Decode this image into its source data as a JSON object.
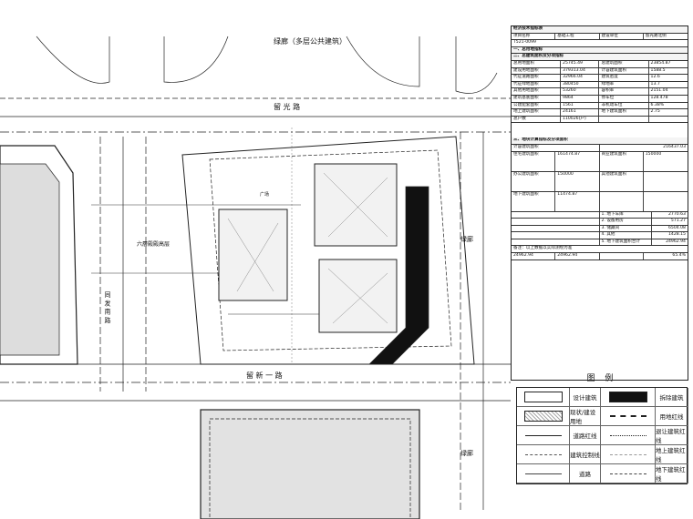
{
  "plan": {
    "north_road": "绿廊（多层公共建筑）",
    "road_top": "留 光 路",
    "road_left": "同 发 南 路",
    "road_bottom": "留 新 一 路",
    "left_building": "六層殿殿高层",
    "right_green": "绿廊",
    "bottom_right_green": "绿廊",
    "plaza_label": "广场"
  },
  "table": {
    "title": "经济技术指标表",
    "header_row": [
      "项目名称",
      "基础工程",
      "建设单位",
      "留光路北侧"
    ],
    "project_no": "T521-0099",
    "section1": "一、总用地指标",
    "section2": "二、总建筑面积及分项指标",
    "rows": [
      [
        "总用地面积",
        "25745.49",
        "总建筑面积",
        "23854.87"
      ],
      [
        "建设用地面积",
        "379313.04",
        "计容建筑面积",
        "1588.5"
      ],
      [
        "代征道路面积",
        "32966.04",
        "建筑密度",
        "12.6"
      ],
      [
        "代征绿地面积",
        "380450",
        "绿地率",
        "13.7"
      ],
      [
        "其他用地面积",
        "53260",
        "容积率",
        "2151.04"
      ],
      [
        "建筑基底面积",
        "9864",
        "停车位",
        "128.478"
      ],
      [
        "公建配套面积",
        "1561",
        "非机动车位",
        "6.38%"
      ],
      [
        "地上建筑面积",
        "24161",
        "地下建筑面积",
        "2.75"
      ],
      [
        "总户数",
        "110026(户)",
        "",
        ""
      ]
    ],
    "section3": "三、地块计算指标及分项面积",
    "sub_header": [
      "计容建筑面积",
      "",
      "",
      "216437.03"
    ],
    "block_rows": [
      [
        "住宅建筑面积",
        "161474.87",
        "商业建筑面积",
        "150000"
      ],
      [
        "办公建筑面积",
        "150000",
        "其他建筑面积",
        ""
      ],
      [
        "地下建筑面积",
        "11474.87",
        "",
        ""
      ]
    ],
    "items": [
      [
        "1. 地下车库",
        "2770.63"
      ],
      [
        "2. 设备用房",
        "571.27"
      ],
      [
        "3. 储藏间",
        "6504.08"
      ],
      [
        "4. 其他",
        "1428.15"
      ],
      [
        "5. 地下建筑面积合计",
        "24962.94"
      ]
    ],
    "note": "备注：以上数据以实际测绘为准",
    "bottom_row": [
      "24962.94",
      "24962.94",
      "",
      "65.4%"
    ]
  },
  "legend": {
    "title": "图 例",
    "entries": [
      "设计建筑",
      "拆除建筑",
      "现状/建设用地",
      "用地红线",
      "道路红线",
      "退让建筑红线",
      "建筑控制线",
      "地上建筑红线",
      "道路",
      "地下建筑红线"
    ]
  }
}
